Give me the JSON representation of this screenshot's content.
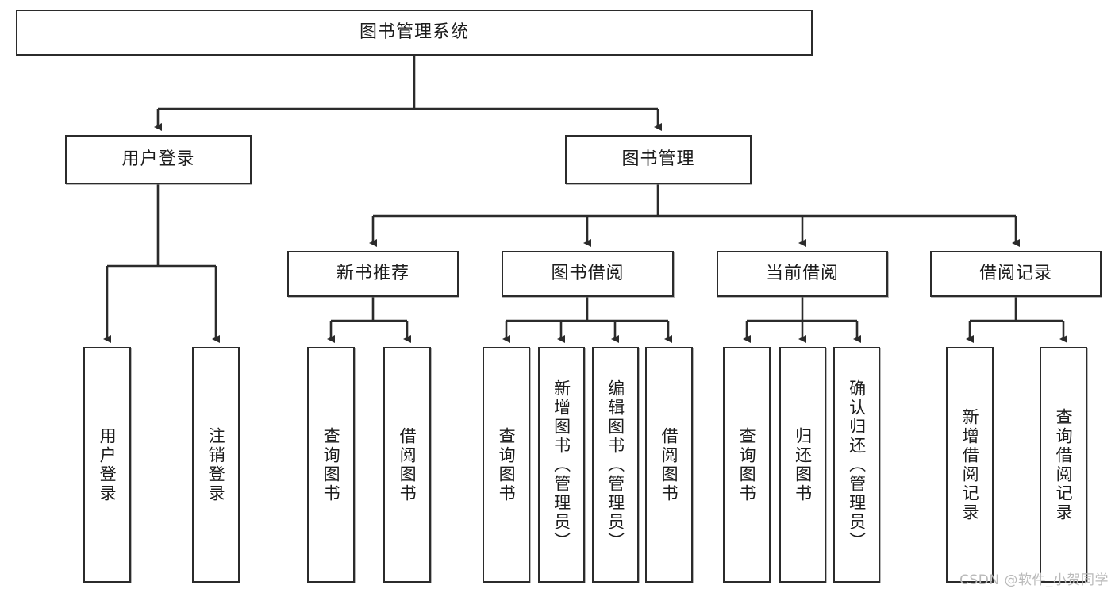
{
  "diagram": {
    "type": "tree-hierarchy",
    "title": "图书管理系统",
    "watermark": "CSDN @软件_小贺同学",
    "accent_color": "#2b2b2b",
    "background_color": "#ffffff",
    "nodes": {
      "root": {
        "label": "图书管理系统",
        "level": 1,
        "orientation": "horizontal"
      },
      "l2": [
        {
          "id": "user-login",
          "label": "用户登录",
          "level": 2,
          "orientation": "horizontal"
        },
        {
          "id": "book-manage",
          "label": "图书管理",
          "level": 2,
          "orientation": "horizontal"
        }
      ],
      "l3": [
        {
          "id": "new-book-rec",
          "label": "新书推荐",
          "level": 3,
          "orientation": "horizontal",
          "parent": "book-manage"
        },
        {
          "id": "book-borrow",
          "label": "图书借阅",
          "level": 3,
          "orientation": "horizontal",
          "parent": "book-manage"
        },
        {
          "id": "current-borrow",
          "label": "当前借阅",
          "level": 3,
          "orientation": "horizontal",
          "parent": "book-manage"
        },
        {
          "id": "borrow-record",
          "label": "借阅记录",
          "level": 3,
          "orientation": "horizontal",
          "parent": "book-manage"
        }
      ],
      "leaves": [
        {
          "id": "leaf-user-login",
          "label": "用户登录",
          "parent": "user-login"
        },
        {
          "id": "leaf-logout",
          "label": "注销登录",
          "parent": "user-login"
        },
        {
          "id": "leaf-query-book-1",
          "label": "查询图书",
          "parent": "new-book-rec"
        },
        {
          "id": "leaf-borrow-book-1",
          "label": "借阅图书",
          "parent": "new-book-rec"
        },
        {
          "id": "leaf-query-book-2",
          "label": "查询图书",
          "parent": "book-borrow"
        },
        {
          "id": "leaf-add-book",
          "label": "新增图书（管理员）",
          "parent": "book-borrow"
        },
        {
          "id": "leaf-edit-book",
          "label": "编辑图书（管理员）",
          "parent": "book-borrow"
        },
        {
          "id": "leaf-borrow-book-2",
          "label": "借阅图书",
          "parent": "book-borrow"
        },
        {
          "id": "leaf-query-book-3",
          "label": "查询图书",
          "parent": "current-borrow"
        },
        {
          "id": "leaf-return-book",
          "label": "归还图书",
          "parent": "current-borrow"
        },
        {
          "id": "leaf-confirm-return",
          "label": "确认归还（管理员）",
          "parent": "current-borrow"
        },
        {
          "id": "leaf-add-record",
          "label": "新增借阅记录",
          "parent": "borrow-record"
        },
        {
          "id": "leaf-query-record",
          "label": "查询借阅记录",
          "parent": "borrow-record"
        }
      ]
    }
  }
}
